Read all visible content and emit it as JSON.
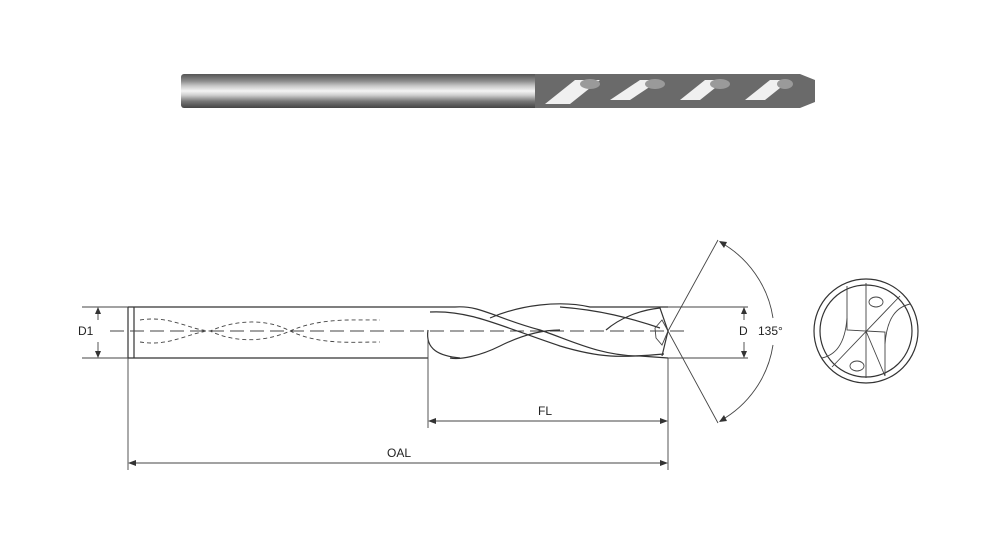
{
  "labels": {
    "shank_diameter": "D1",
    "diameter": "D",
    "point_angle": "135°",
    "flute_length": "FL",
    "overall_length": "OAL"
  },
  "colors": {
    "line": "#333333",
    "photo_body": "#6e6e6e",
    "photo_highlight": "#f2f2f2"
  }
}
